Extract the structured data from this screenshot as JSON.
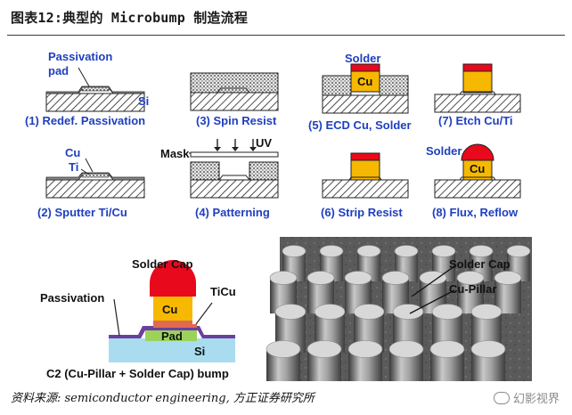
{
  "title": "图表12:典型的 Microbump 制造流程",
  "source": "资料来源: semiconductor engineering, 方正证券研究所",
  "watermark": "幻影视界",
  "labels": {
    "passivation_pad": [
      "Passivation",
      "pad"
    ],
    "si": "Si",
    "cu": "Cu",
    "ti": "Ti",
    "solder": "Solder",
    "mask": "Mask",
    "uv": "UV",
    "solder_cap": "Solder Cap",
    "passivation": "Passivation",
    "ticu": "TiCu",
    "pad": "Pad",
    "cu_pillar": "Cu-Pillar"
  },
  "steps": [
    "(1) Redef. Passivation",
    "(2) Sputter Ti/Cu",
    "(3) Spin Resist",
    "(4) Patterning",
    "(5) ECD Cu, Solder",
    "(6) Strip Resist",
    "(7) Etch Cu/Ti",
    "(8) Flux, Reflow"
  ],
  "bump_caption": "C2 (Cu-Pillar + Solder Cap) bump",
  "colors": {
    "step_label": "#1f3fbf",
    "solder": "#e8091c",
    "cu": "#f6b800",
    "pad_green": "#9bd35a",
    "passivation_purple": "#6b3fa0",
    "si_blue": "#a9dcef"
  }
}
